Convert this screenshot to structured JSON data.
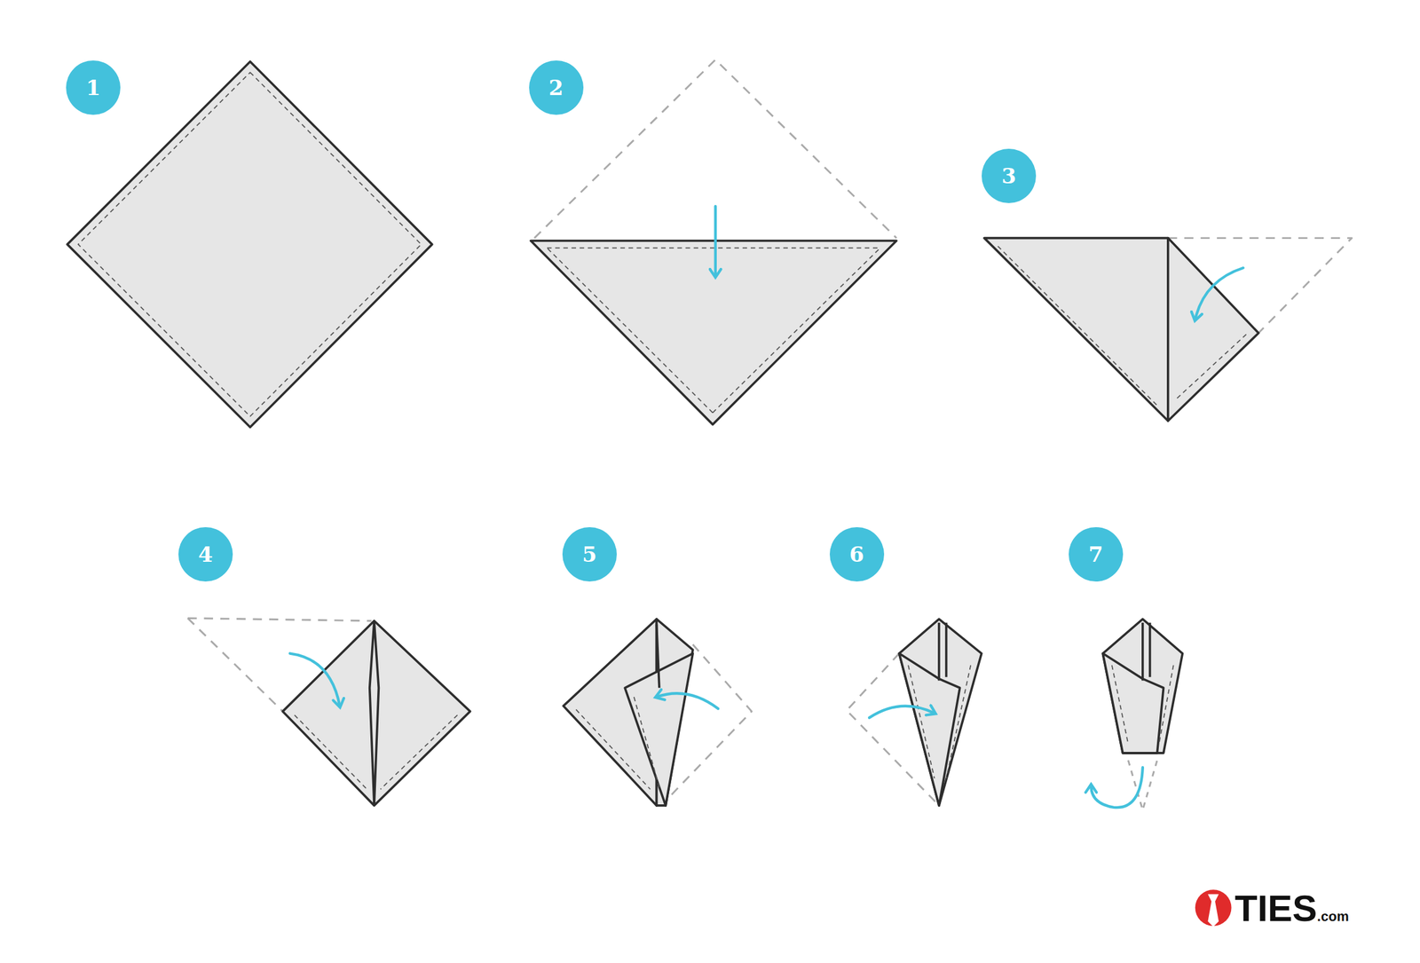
{
  "diagram": {
    "nodes": [
      {
        "text": [
          "1"
        ]
      },
      {
        "text": [
          "2"
        ]
      },
      {
        "text": [
          "3"
        ]
      },
      {
        "text": [
          "4"
        ]
      },
      {
        "text": [
          "5"
        ]
      },
      {
        "text": [
          "6"
        ]
      },
      {
        "text": [
          "7"
        ]
      }
    ],
    "labels": [
      "TIES",
      ".com"
    ]
  }
}
